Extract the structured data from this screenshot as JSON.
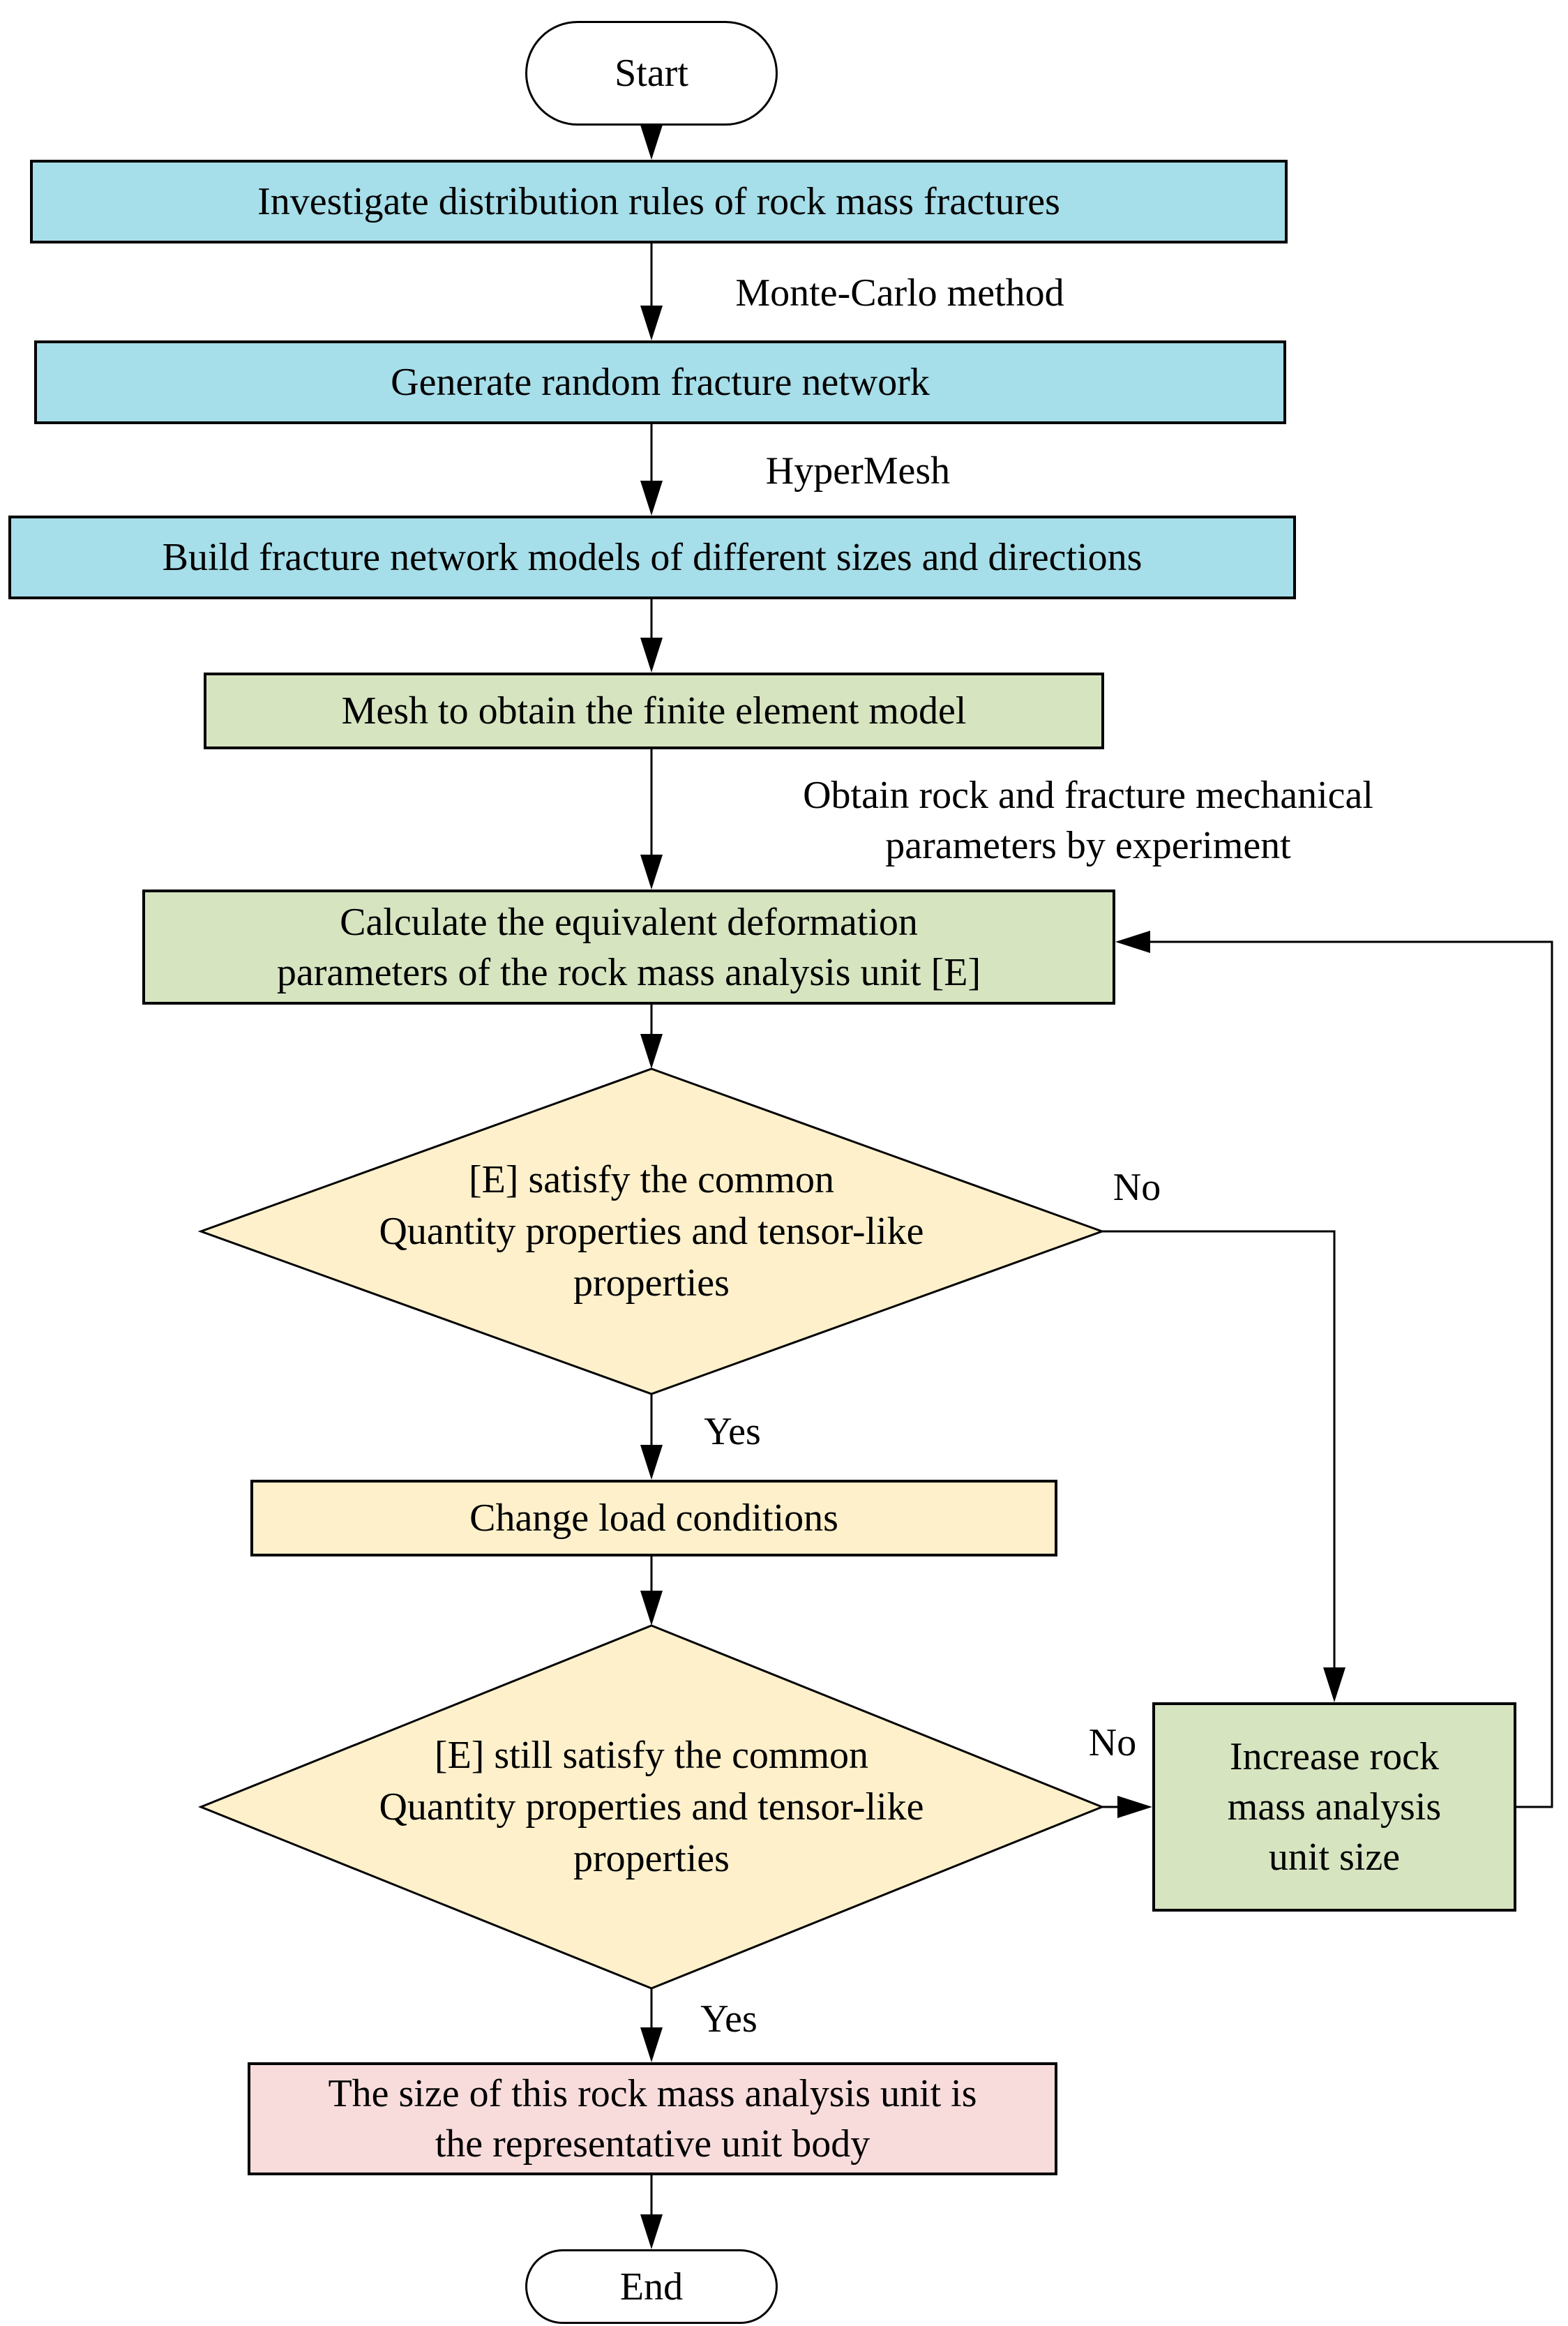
{
  "nodes": {
    "start": {
      "label": "Start",
      "type": "terminator"
    },
    "investigate": {
      "label": "Investigate distribution rules of rock mass fractures",
      "type": "process"
    },
    "generate": {
      "label": "Generate random fracture network",
      "type": "process"
    },
    "build": {
      "label": "Build fracture network models of different sizes and directions",
      "type": "process"
    },
    "mesh": {
      "label": "Mesh to obtain the finite element model",
      "type": "process"
    },
    "calculate": {
      "label": "Calculate the equivalent deformation\nparameters of the rock mass analysis unit [E]",
      "type": "process"
    },
    "decision1": {
      "label": "[E] satisfy the common\nQuantity properties and tensor-like\nproperties",
      "type": "decision"
    },
    "change_load": {
      "label": "Change load conditions",
      "type": "process"
    },
    "decision2": {
      "label": "[E] still satisfy the common\nQuantity properties and tensor-like\nproperties",
      "type": "decision"
    },
    "increase": {
      "label": "Increase rock\nmass analysis\nunit size",
      "type": "process"
    },
    "representative": {
      "label": "The size of this rock mass analysis unit is\nthe representative unit body",
      "type": "process"
    },
    "end": {
      "label": "End",
      "type": "terminator"
    }
  },
  "edge_labels": {
    "monte_carlo": "Monte-Carlo method",
    "hypermesh": "HyperMesh",
    "obtain_params": "Obtain rock and fracture mechanical\nparameters by experiment",
    "yes1": "Yes",
    "no1": "No",
    "yes2": "Yes",
    "no2": "No"
  },
  "colors": {
    "process-blue": "#A6DEE9",
    "process-green": "#D6E4C0",
    "process-yellow": "#FDF0CB",
    "process-pink": "#F8DCDC",
    "terminator-fill": "#FFFFFF",
    "line": "#000000",
    "background": "#FFFFFF"
  }
}
